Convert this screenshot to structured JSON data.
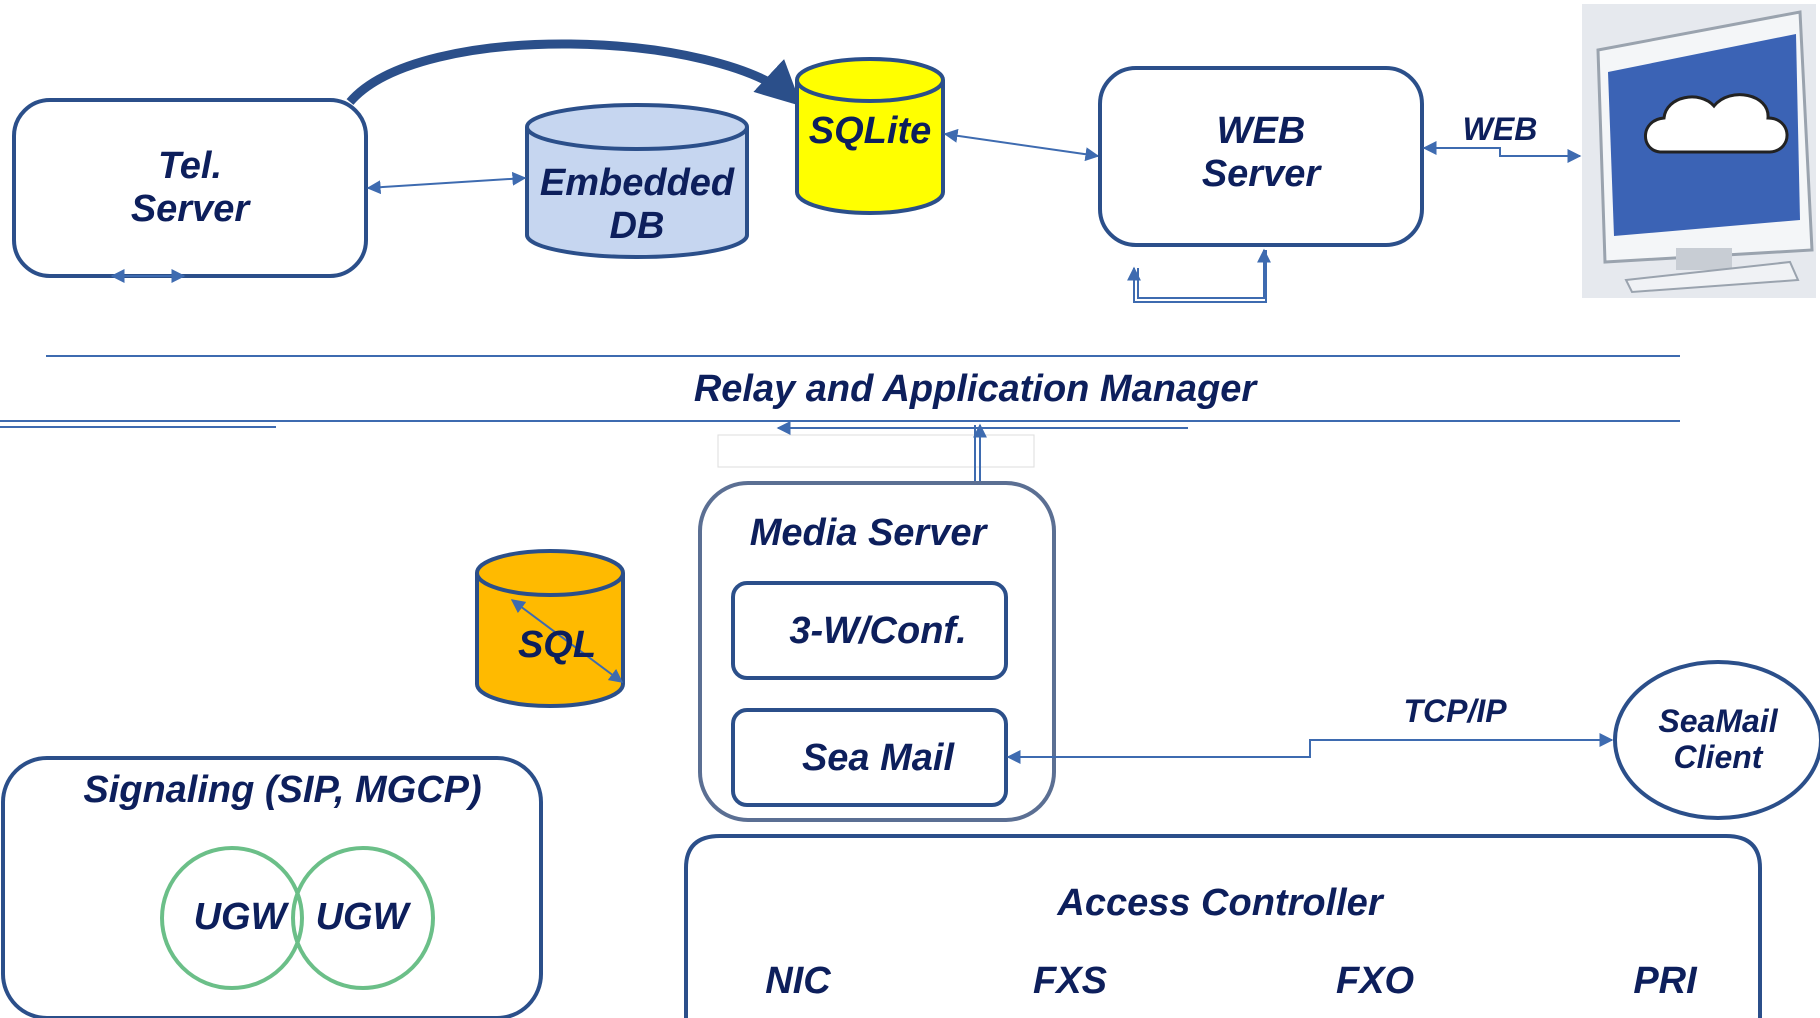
{
  "diagram": {
    "colors": {
      "text": "#0d1f5c",
      "stroke": "#2b4f8a",
      "line": "#3e6bb0",
      "embedded_db_fill": "#c6d6f0",
      "sqlite_fill": "#ffff00",
      "sql_fill": "#ffba00",
      "ugw_circle_stroke": "#6bbf88",
      "monitor_screen": "#3b63b5"
    },
    "icons": {
      "monitor": "cloud-monitor-icon"
    },
    "nodes": {
      "tel_server": "Tel.\nServer",
      "embedded_db": "Embedded\nDB",
      "sqlite": "SQLite",
      "web_server": "WEB\nServer",
      "relay_manager": "Relay and Application Manager",
      "media_server": "Media Server",
      "conference": "3-W/Conf.",
      "sea_mail": "Sea Mail",
      "sql": "SQL",
      "signaling": "Signaling (SIP, MGCP)",
      "ugw_1": "UGW",
      "ugw_2": "UGW",
      "seamail_client": "SeaMail\nClient",
      "access_controller": "Access Controller"
    },
    "edge_labels": {
      "web": "WEB",
      "tcp_ip": "TCP/IP"
    },
    "ports": [
      "NIC",
      "FXS",
      "FXO",
      "PRI"
    ]
  }
}
